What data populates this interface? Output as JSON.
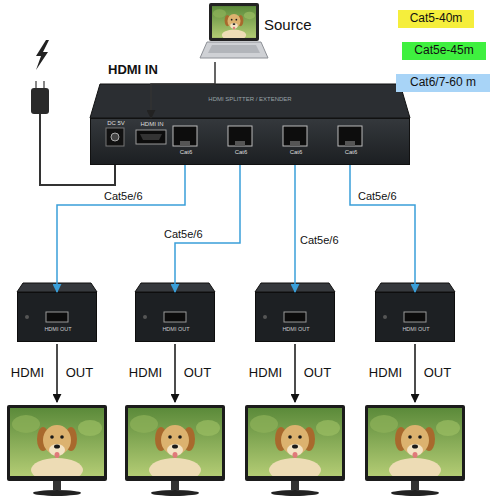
{
  "diagram": {
    "nodes": [
      {
        "text": [
          "Source"
        ]
      },
      {
        "text": [
          "Cat5-40m"
        ]
      },
      {
        "text": [
          "Cat5e-45m"
        ]
      },
      {
        "text": [
          "Cat6/7-60 m"
        ]
      },
      {
        "text": [
          "DC 5V",
          "HDMI IN",
          "Cat6",
          "Cat6",
          "Cat6",
          "Cat6"
        ]
      },
      {
        "text": [
          "HDMI OUT"
        ]
      },
      {
        "text": [
          "HDMI OUT"
        ]
      },
      {
        "text": [
          "HDMI OUT"
        ]
      },
      {
        "text": [
          "HDMI OUT"
        ]
      }
    ],
    "edges": [
      {
        "from": 0,
        "to": 4,
        "label": "HDMI IN",
        "arrow": "to"
      },
      {
        "from": 4,
        "to": 5,
        "label": "Cat5e/6",
        "arrow": "to"
      },
      {
        "from": 4,
        "to": 6,
        "label": "Cat5e/6",
        "arrow": "to"
      },
      {
        "from": 4,
        "to": 7,
        "label": "Cat5e/6",
        "arrow": "to"
      },
      {
        "from": 4,
        "to": 8,
        "label": "Cat5e/6",
        "arrow": "to"
      }
    ],
    "labels": [
      "HDMI SPLITTER / EXTENDER",
      "HDMI OUT",
      "HDMI OUT",
      "HDMI OUT",
      "HDMI OUT"
    ]
  }
}
